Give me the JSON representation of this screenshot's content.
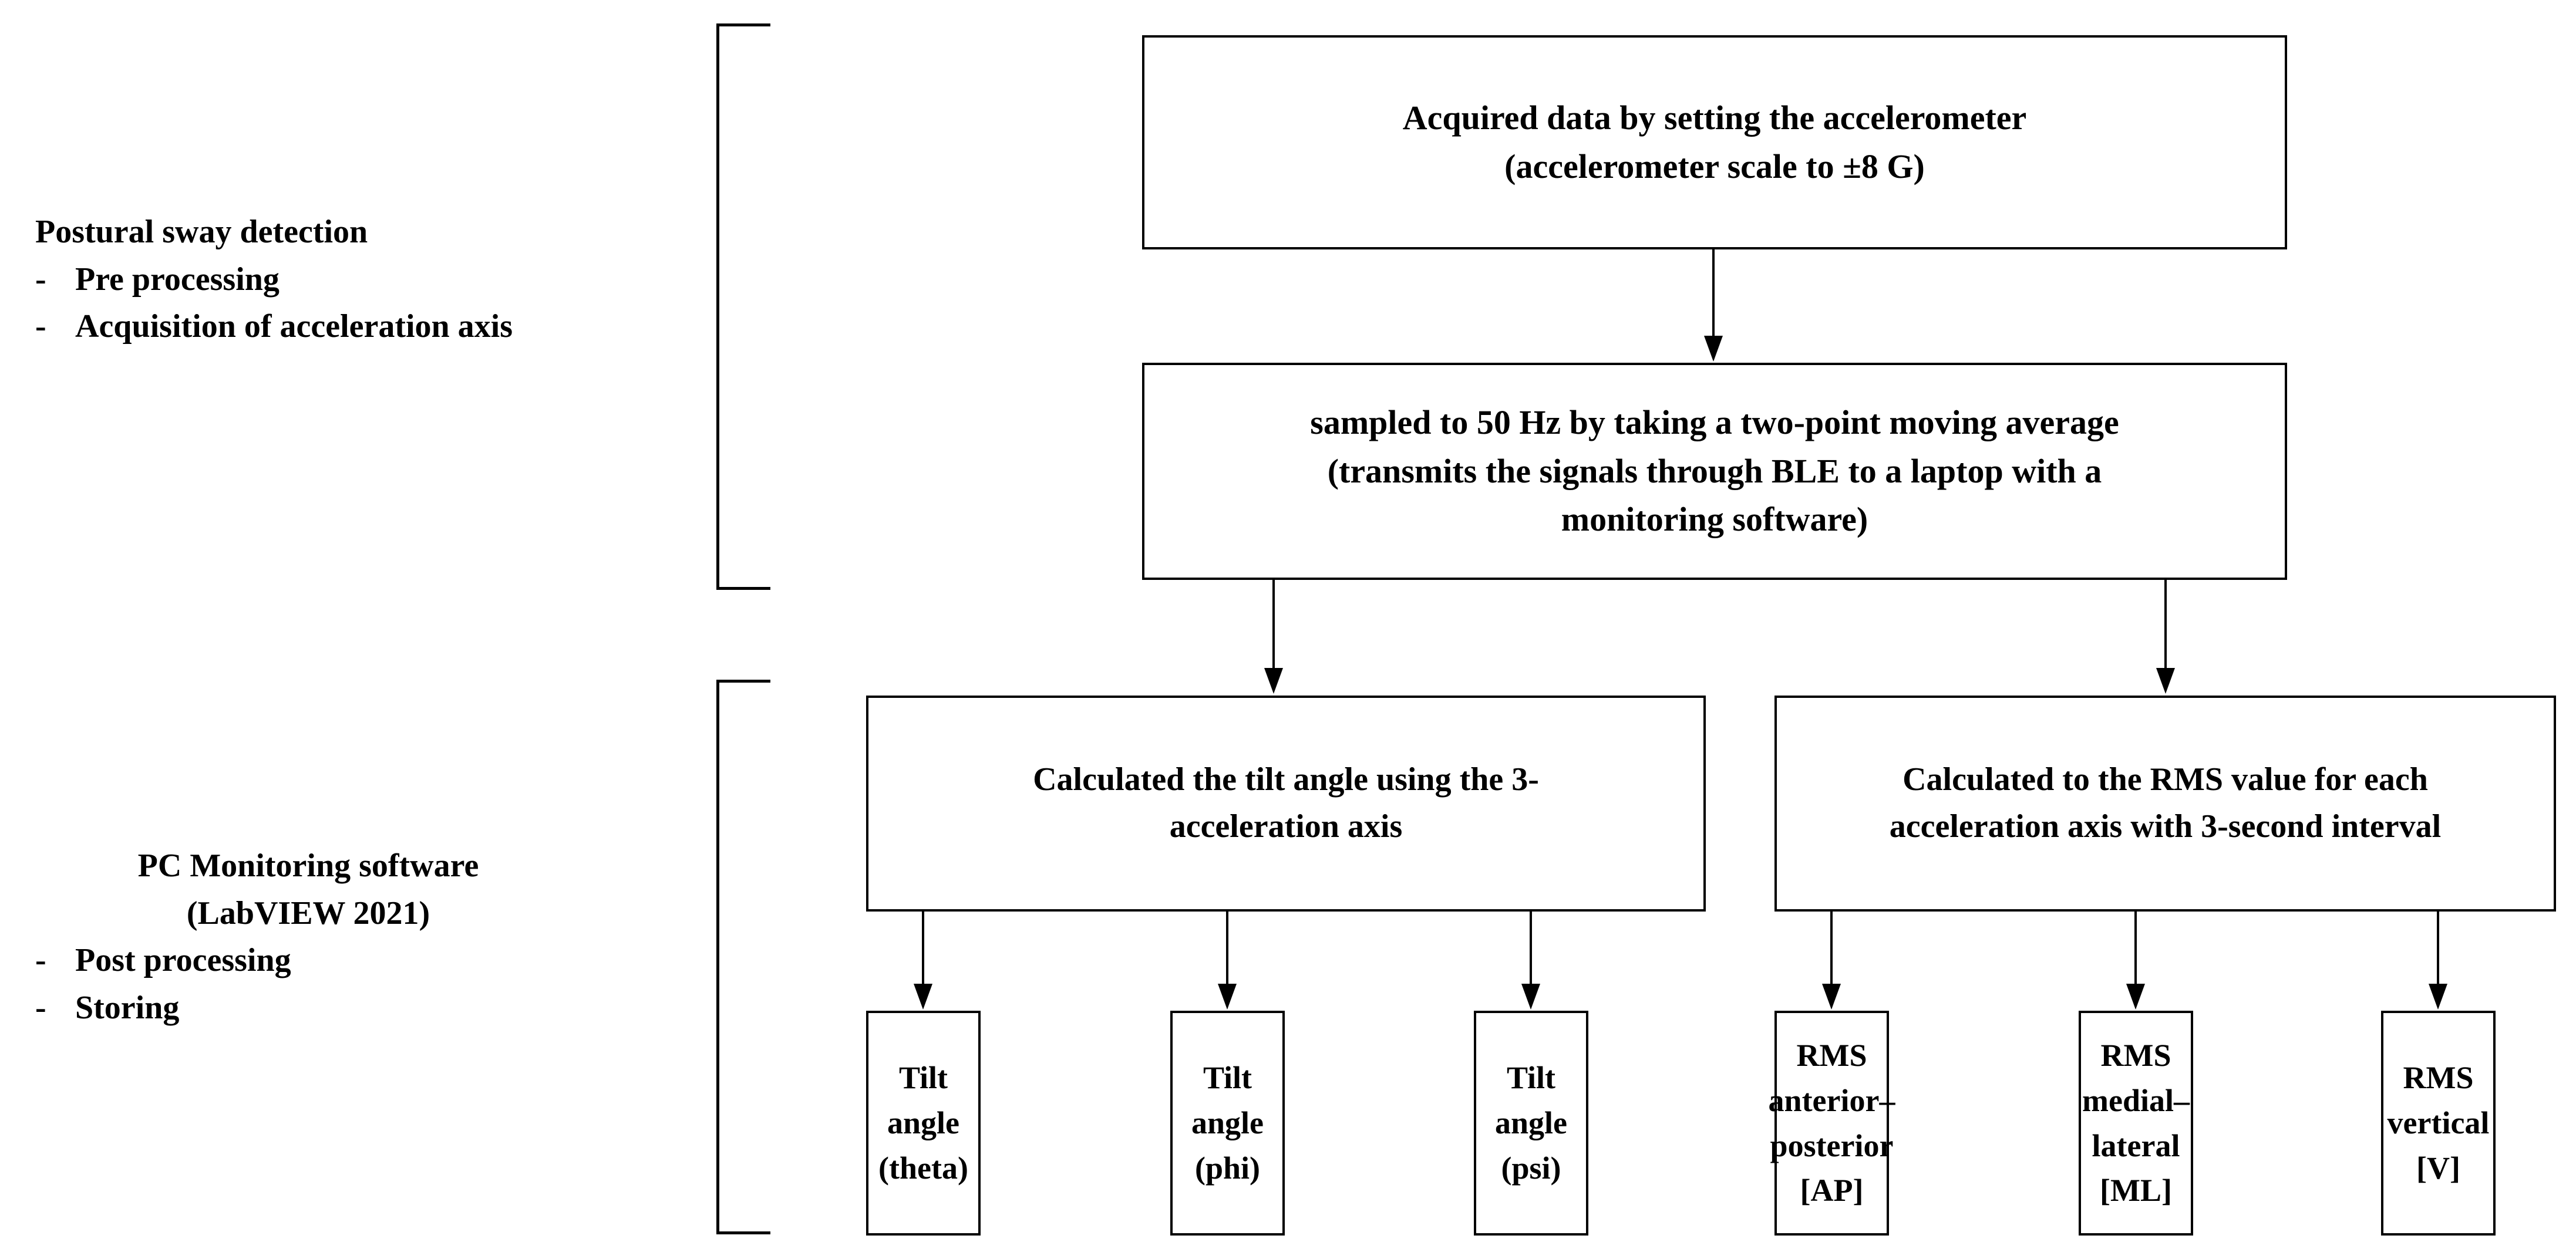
{
  "diagram": {
    "title": "Postural sway detection and PC monitoring software signal-processing flowchart",
    "groups": [
      {
        "id": "postural-sway-detection",
        "heading": "Postural sway detection",
        "bullets": [
          "Pre processing",
          "Acquisition of acceleration axis"
        ],
        "bullet_marker": "-"
      },
      {
        "id": "pc-monitoring-software",
        "heading_line1": "PC Monitoring software",
        "heading_line2": "(LabVIEW 2021)",
        "bullets": [
          "Post processing",
          "Storing"
        ],
        "bullet_marker": "-"
      }
    ],
    "nodes": {
      "acquire": "Acquired data by setting the accelerometer\n(accelerometer scale to ±8 G)",
      "sampling": "sampled to 50 Hz by taking a two-point moving average\n(transmits the signals through BLE to a laptop with a\nmonitoring software)",
      "tilt_calc": "Calculated the tilt angle using the 3-\nacceleration axis",
      "rms_calc": "Calculated to the RMS value for each\nacceleration axis with 3-second interval",
      "leaves": [
        {
          "id": "tilt-theta",
          "label": "Tilt\nangle\n(theta)"
        },
        {
          "id": "tilt-phi",
          "label": "Tilt\nangle\n(phi)"
        },
        {
          "id": "tilt-psi",
          "label": "Tilt\nangle\n(psi)"
        },
        {
          "id": "rms-ap",
          "label": "RMS\nanterior–\nposterior\n[AP]"
        },
        {
          "id": "rms-ml",
          "label": "RMS\nmedial–\nlateral\n[ML]"
        },
        {
          "id": "rms-v",
          "label": "RMS\nvertical\n[V]"
        }
      ]
    },
    "colors": {
      "stroke": "#000000",
      "background": "#ffffff",
      "text": "#000000"
    }
  }
}
